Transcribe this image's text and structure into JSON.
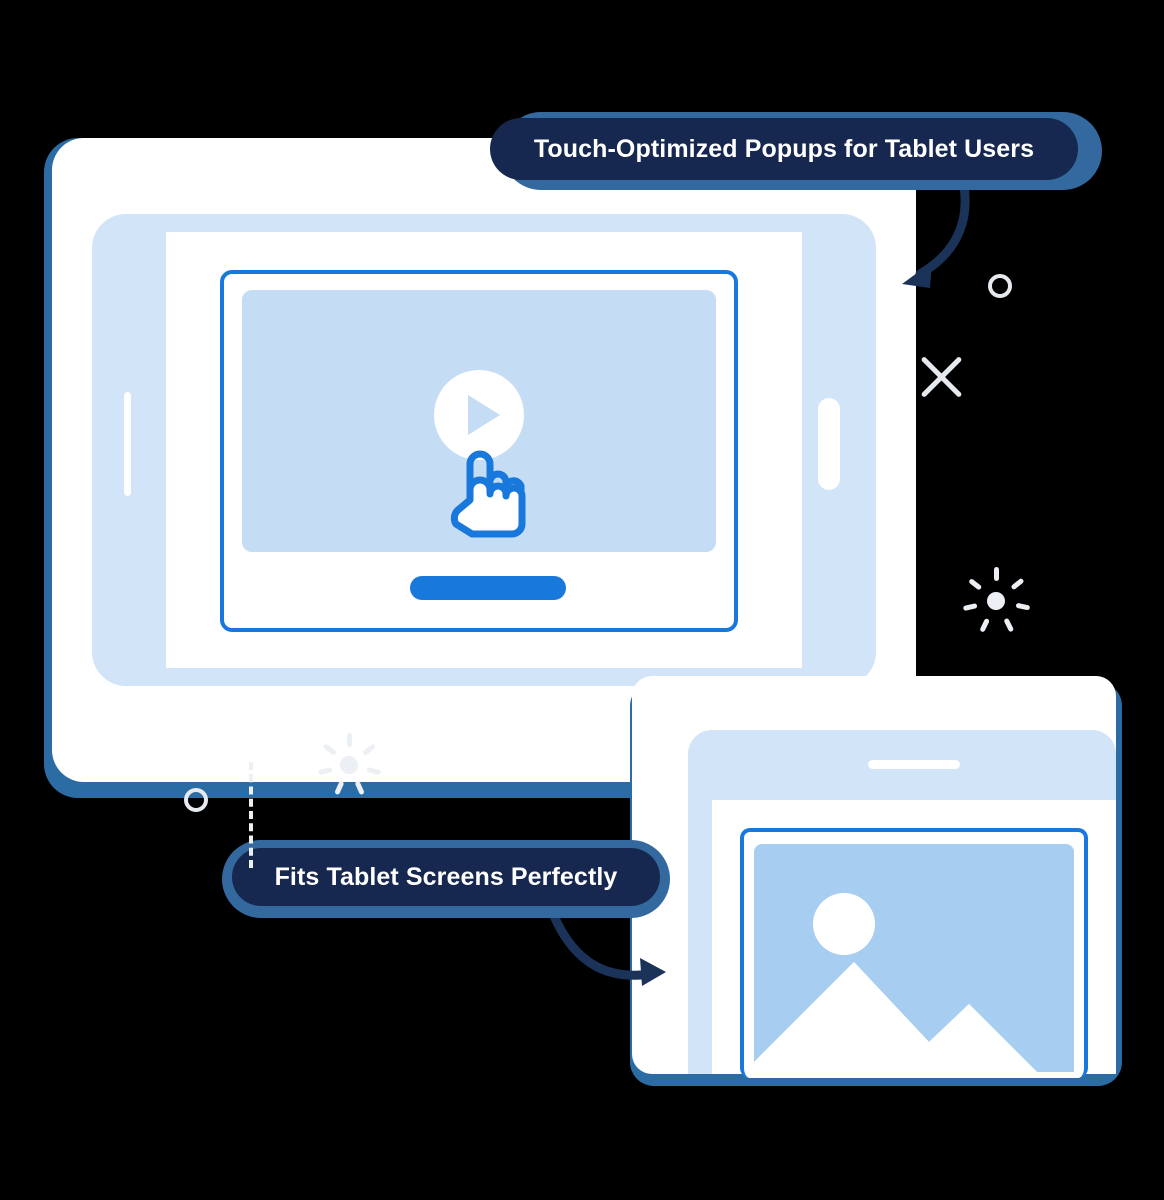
{
  "illustration": {
    "title": "Touch-Optimized Popups for Tablet Users illustration",
    "background_color": "#000000"
  },
  "labels": {
    "primary": {
      "text": "Touch-Optimized Popups for Tablet Users",
      "pill_color": "#16284f",
      "pill_shadow_color": "#33699e",
      "text_color": "#ffffff"
    },
    "secondary": {
      "text": "Fits Tablet Screens Perfectly",
      "pill_color": "#16284f",
      "pill_shadow_color": "#33699e",
      "text_color": "#ffffff"
    }
  },
  "devices": {
    "tablet": {
      "name": "tablet-landscape",
      "body_color": "#ffffff",
      "shadow_color": "#2c6ca4",
      "bezel_color": "#d2e4f8",
      "screen_color": "#ffffff",
      "popup": {
        "border_color": "#1878db",
        "background_color": "#ffffff",
        "media_color": "#c5dcf5",
        "cta_color": "#1878db",
        "media_icon": "play-button-icon",
        "cursor_icon": "hand-pointer-icon"
      }
    },
    "phone": {
      "name": "tablet-portrait-secondary",
      "body_color": "#ffffff",
      "shadow_color": "#2c6ca4",
      "bezel_color": "#d2e4f8",
      "screen_color": "#ffffff",
      "popup": {
        "border_color": "#1878db",
        "background_color": "#ffffff",
        "media_color": "#a7cdf0",
        "media_icon": "image-placeholder-icon"
      }
    }
  },
  "decorations": [
    {
      "name": "curved-arrow-down-left-icon",
      "color": "#1b3358"
    },
    {
      "name": "curved-arrow-right-icon",
      "color": "#1b3358"
    },
    {
      "name": "circle-outline-icon",
      "color": "#e6e9ee"
    },
    {
      "name": "cross-mark-icon",
      "color": "#e6e9ee"
    },
    {
      "name": "sparkle-icon",
      "color": "#eceff3"
    },
    {
      "name": "dashed-connector-line",
      "color": "#eceff3"
    }
  ]
}
